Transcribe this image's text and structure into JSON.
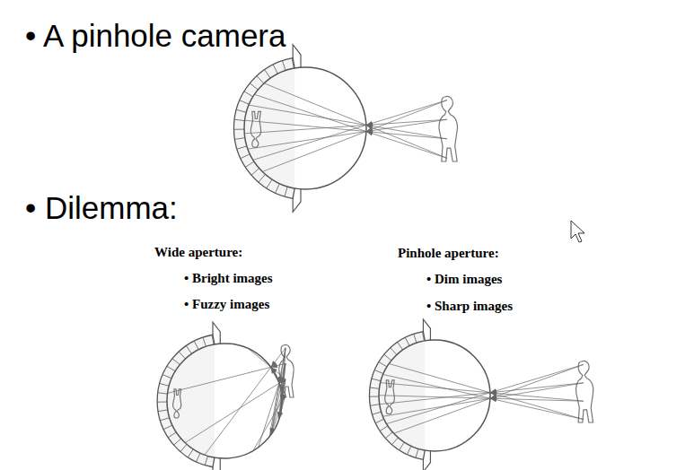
{
  "diagram": {
    "labels": [
      "• A pinhole camera",
      "• Dilemma:",
      "Wide aperture:",
      "• Bright images",
      "• Fuzzy images",
      "Pinhole aperture:",
      "• Dim images",
      "• Sharp images"
    ]
  }
}
